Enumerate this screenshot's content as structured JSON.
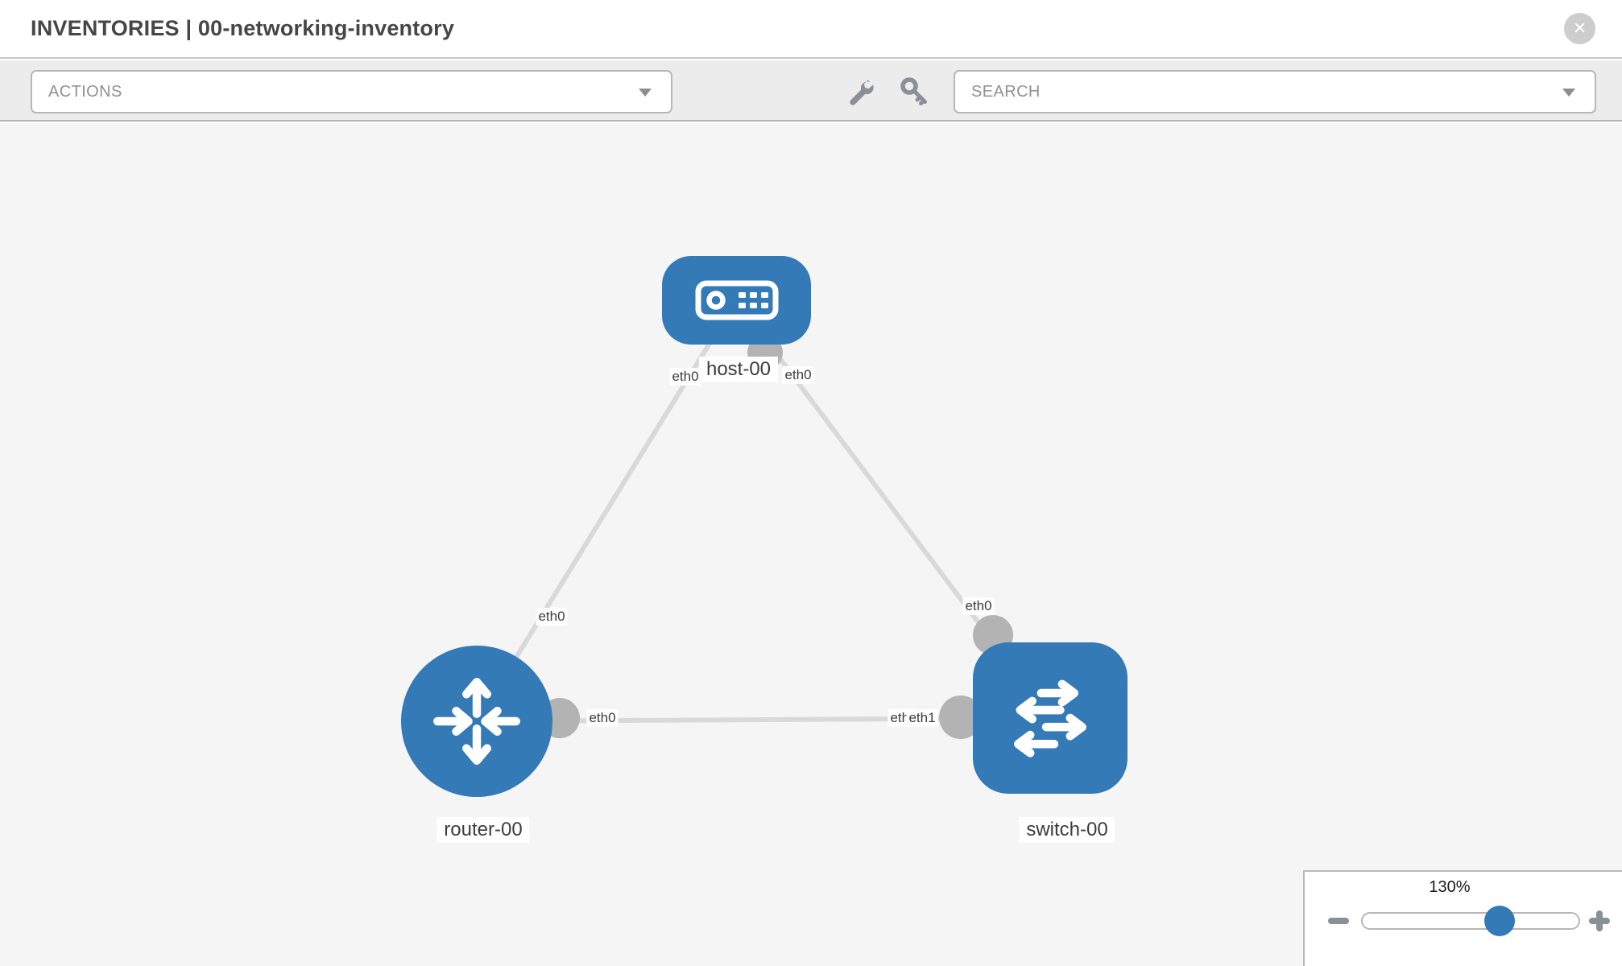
{
  "header": {
    "title": "INVENTORIES | 00-networking-inventory"
  },
  "toolbar": {
    "actions_label": "ACTIONS",
    "search_label": "SEARCH",
    "icons": [
      "wrench-icon",
      "key-icon"
    ]
  },
  "icons": {
    "close": "x-circle-icon",
    "actions_caret": "chevron-down-icon",
    "search_caret": "chevron-down-icon",
    "zoom_minus": "minus-icon",
    "zoom_plus": "plus-icon"
  },
  "topology": {
    "nodes": [
      {
        "id": "host-00",
        "type": "host",
        "label": "host-00",
        "icon": "server-icon"
      },
      {
        "id": "router-00",
        "type": "router",
        "label": "router-00",
        "icon": "router-icon"
      },
      {
        "id": "switch-00",
        "type": "switch",
        "label": "switch-00",
        "icon": "switch-icon"
      }
    ],
    "links": [
      {
        "from": "host-00",
        "to": "router-00",
        "from_interface": "eth0",
        "to_interface": "eth0"
      },
      {
        "from": "host-00",
        "to": "switch-00",
        "from_interface": "eth0",
        "to_interface": "eth0"
      },
      {
        "from": "router-00",
        "to": "switch-00",
        "from_interface": "eth0",
        "to_interface": "eth1"
      }
    ],
    "interface_badges": [
      {
        "text": "eth0",
        "at": "host-left"
      },
      {
        "text": "eth0",
        "at": "host-right"
      },
      {
        "text": "eth0",
        "at": "router-uplink"
      },
      {
        "text": "eth0",
        "at": "switch-uplink"
      },
      {
        "text": "eth0",
        "at": "router-lan"
      },
      {
        "text": "eth0",
        "at": "switch-lan-under"
      },
      {
        "text": "eth1",
        "at": "switch-lan"
      }
    ]
  },
  "zoom_control": {
    "level": "130%"
  },
  "colors": {
    "node_blue": "#337ab7",
    "link_gray": "#d9d9d9",
    "interface_gray": "#b3b3b3",
    "canvas_bg": "#f5f5f5",
    "toolbar_bg": "#ececec",
    "panel_border": "#b9b9b9",
    "control_border": "#b7b7b7",
    "icon_gray": "#8a9097",
    "title_color": "#464646",
    "label_color": "#3c3c3c",
    "placeholder_color": "#919191",
    "close_gray": "#cdcdcd"
  }
}
